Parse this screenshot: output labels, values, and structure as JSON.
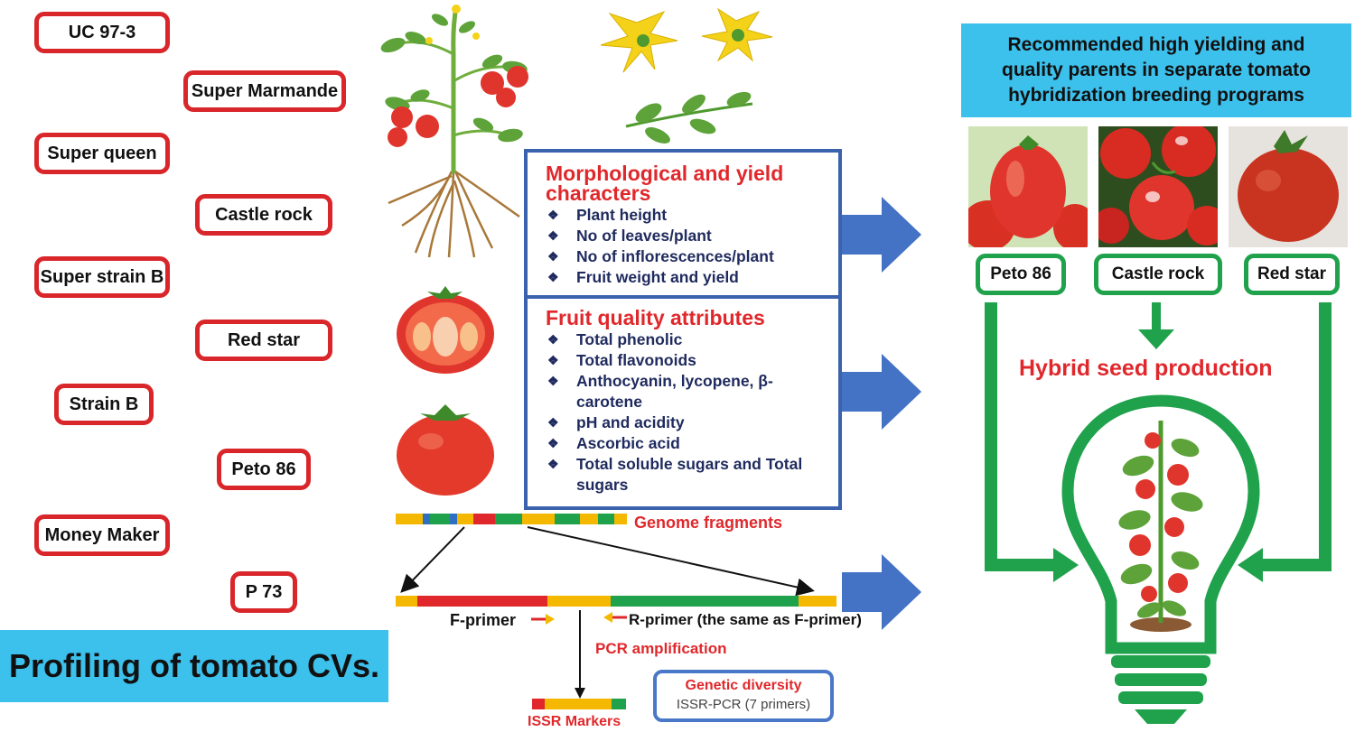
{
  "cultivars": [
    {
      "label": "UC 97-3"
    },
    {
      "label": "Super Marmande"
    },
    {
      "label": "Super queen"
    },
    {
      "label": "Castle rock"
    },
    {
      "label": "Super strain B"
    },
    {
      "label": "Red star"
    },
    {
      "label": "Strain B"
    },
    {
      "label": "Peto 86"
    },
    {
      "label": "Money Maker"
    },
    {
      "label": "P 73"
    }
  ],
  "profiling_title": "Profiling of tomato CVs.",
  "morph_box": {
    "title": "Morphological and yield characters",
    "items": [
      "Plant height",
      "No of leaves/plant",
      "No of inflorescences/plant",
      "Fruit weight and yield"
    ]
  },
  "quality_box": {
    "title": "Fruit quality attributes",
    "items": [
      "Total phenolic",
      "Total flavonoids",
      "Anthocyanin, lycopene, β-carotene",
      "pH and acidity",
      "Ascorbic acid",
      "Total soluble sugars and Total sugars"
    ]
  },
  "genome": {
    "fragments_label": "Genome fragments",
    "f_primer": "F-primer",
    "r_primer": "R-primer (the same as F-primer)",
    "pcr_label": "PCR amplification",
    "issr_label": "ISSR Markers"
  },
  "genetic_diversity": {
    "title": "Genetic diversity",
    "subtitle": "ISSR-PCR (7 primers)"
  },
  "recommended_title": "Recommended high yielding and quality parents in separate tomato hybridization breeding programs",
  "parents": [
    {
      "label": "Peto 86"
    },
    {
      "label": "Castle rock"
    },
    {
      "label": "Red star"
    }
  ],
  "hybrid_label": "Hybrid seed production",
  "colors": {
    "red": "#e0282c",
    "green": "#1fa24b",
    "blue": "#3a62ad",
    "cyan": "#3cc0ec",
    "navy": "#1f2a5e"
  }
}
